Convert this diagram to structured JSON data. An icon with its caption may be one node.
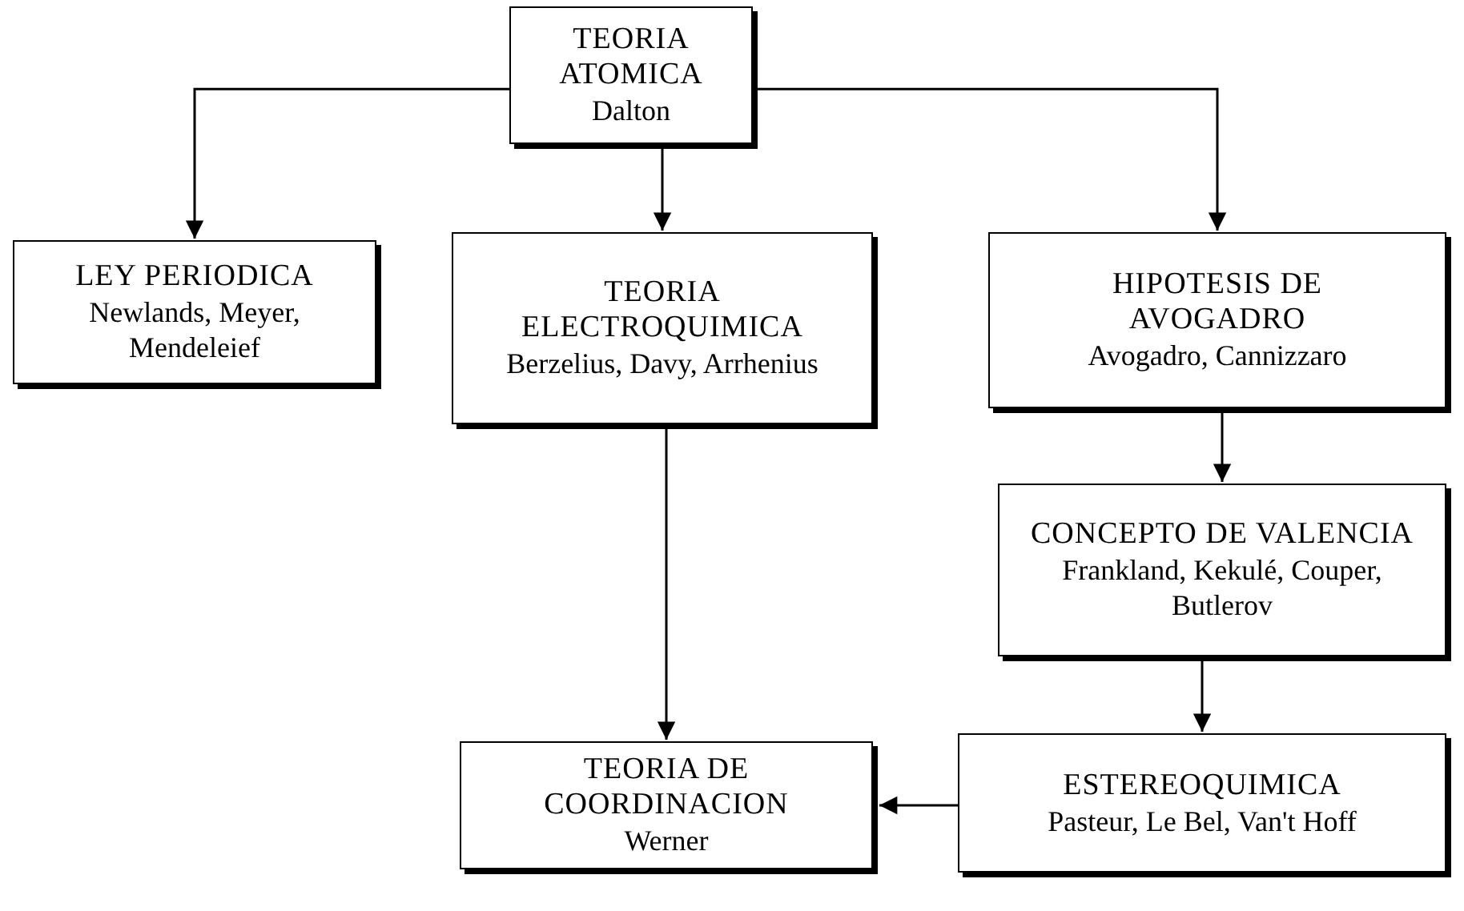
{
  "diagram": {
    "nodes": [
      {
        "text": [
          "TEORIA ATOMICA",
          "Dalton"
        ]
      },
      {
        "text": [
          "LEY PERIODICA",
          "Newlands, Meyer, Mendeleief"
        ]
      },
      {
        "text": [
          "TEORIA ELECTROQUIMICA",
          "Berzelius, Davy, Arrhenius"
        ]
      },
      {
        "text": [
          "HIPOTESIS DE AVOGADRO",
          "Avogadro, Cannizzaro"
        ]
      },
      {
        "text": [
          "CONCEPTO DE VALENCIA",
          "Frankland, Kekulé, Couper, Butlerov"
        ]
      },
      {
        "text": [
          "TEORIA DE COORDINACION",
          "Werner"
        ]
      },
      {
        "text": [
          "ESTEREOQUIMICA",
          "Pasteur, Le Bel, Van't Hoff"
        ]
      }
    ],
    "edges": [
      {
        "from": 0,
        "to": 1,
        "arrow": "to"
      },
      {
        "from": 0,
        "to": 2,
        "arrow": "to"
      },
      {
        "from": 0,
        "to": 3,
        "arrow": "to"
      },
      {
        "from": 2,
        "to": 5,
        "arrow": "to"
      },
      {
        "from": 3,
        "to": 4,
        "arrow": "to"
      },
      {
        "from": 4,
        "to": 6,
        "arrow": "to"
      },
      {
        "from": 6,
        "to": 5,
        "arrow": "to"
      }
    ]
  }
}
